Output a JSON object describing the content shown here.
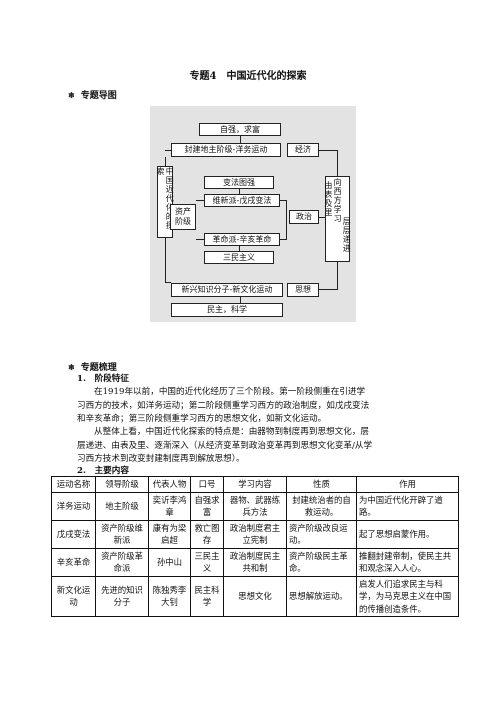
{
  "title": "专题4　中国近代化的探索",
  "section1": {
    "star": "❄",
    "label": "专题导图"
  },
  "mindmap": {
    "top_box": "自强，求富",
    "economy_row": "封建地主阶级-洋务运动",
    "economy_tag": "经济",
    "left_vertical": "中国近代化的探索",
    "bourgeois": "资产阶级",
    "b1": "变法图强",
    "b2": "维新派-戊戌变法",
    "b3": "革命派-辛亥革命",
    "b4": "三民主义",
    "politics_tag": "政治",
    "right_vertical_1": "由表及里",
    "right_vertical_2": "向西方学习",
    "right_vertical_3": "层层递进",
    "thought_row": "新兴知识分子-新文化运动",
    "thought_tag": "思想",
    "bottom_box": "民主，科学"
  },
  "section2": {
    "star": "❄",
    "label": "专题梳理"
  },
  "sub1": "1.　阶段特征",
  "para1_lines": [
    "在1919年以前，中国的近代化经历了三个阶段。第一阶段侧重在引进学",
    "习西方的技术，如洋务运动；第二阶段侧重学习西方的政治制度，如戊戌变法",
    "和辛亥革命；第三阶段侧重学习西方的思想文化，如新文化运动。"
  ],
  "para2_lines": [
    "从整体上看，中国近代化探索的特点是：由器物到制度再到思想文化，层",
    "层递进、由表及里、逐渐深入（从经济变革到政治变革再到思想文化变革/从学",
    "习西方技术到改变封建制度再到解放思想）。"
  ],
  "sub2": "2.　主要内容",
  "table": {
    "headers": [
      "运动名称",
      "领导阶级",
      "代表人物",
      "口号",
      "学习内容",
      "性质",
      "作用"
    ],
    "rows": [
      [
        "洋务运动",
        "地主阶级",
        "奕䜣李鸿章",
        "自强求富",
        "器物、武器练兵方法",
        "封建统治者的自救运动。",
        "为中国近代化开辟了道路。"
      ],
      [
        "戊戌变法",
        "资产阶级维新派",
        "康有为梁启超",
        "救亡图存",
        "政治制度君主立宪制",
        "资产阶级改良运动。",
        "起了思想启蒙作用。"
      ],
      [
        "辛亥革命",
        "资产阶级革命派",
        "孙中山",
        "三民主义",
        "政治制度民主共和制",
        "资产阶级民主革命。",
        "推翻封建帝制，使民主共和观念深入人心。"
      ],
      [
        "新文化运动",
        "先进的知识分子",
        "陈独秀李大钊",
        "民主科学",
        "思想文化",
        "思想解放运动。",
        "启发人们追求民主与科学，为马克思主义在中国的传播创造条件。"
      ]
    ]
  }
}
